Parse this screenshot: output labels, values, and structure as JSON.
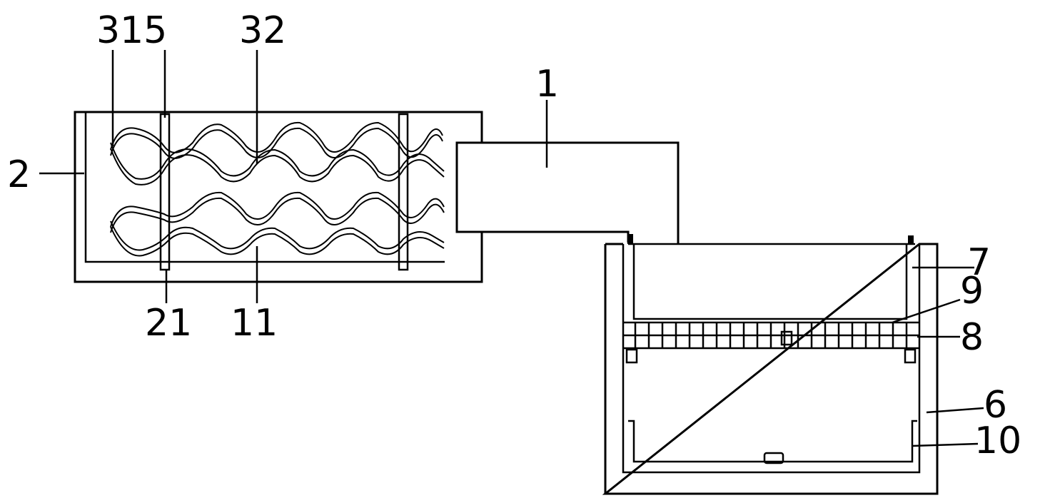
{
  "labels": {
    "l1": "1",
    "l2": "2",
    "l315": "315",
    "l32": "32",
    "l21": "21",
    "l11": "11",
    "l7": "7",
    "l9": "9",
    "l8": "8",
    "l6": "6",
    "l10": "10"
  }
}
